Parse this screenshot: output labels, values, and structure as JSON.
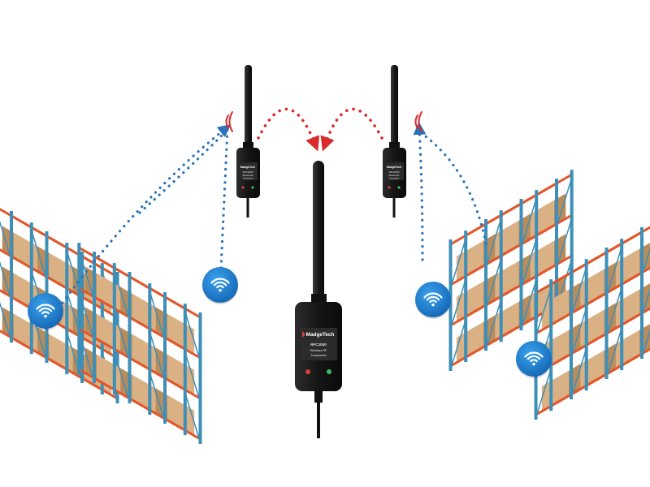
{
  "center_device": {
    "brand": "MadgeTech",
    "model": "RFC1000",
    "line2": "Wireless RF",
    "line3": "Transceiver"
  },
  "repeater_left": {
    "brand": "MadgeTech",
    "model": "RFC1000",
    "line2": "Wireless RF",
    "line3": "Transceiver"
  },
  "repeater_right": {
    "brand": "MadgeTech",
    "model": "RFC1000",
    "line2": "Wireless RF",
    "line3": "Transceiver"
  },
  "colors": {
    "rf_link": "#d92b2b",
    "sensor_link": "#2a73b8",
    "wifi_badge": "#1f7fd1",
    "rack_upright": "#3d8fb8",
    "rack_beam": "#e2572a",
    "box": "#d9b184",
    "device_body": "#1b1b1b"
  },
  "icons": [
    "wifi-icon",
    "antenna-icon",
    "signal-wave-icon",
    "arrow-head-icon"
  ]
}
